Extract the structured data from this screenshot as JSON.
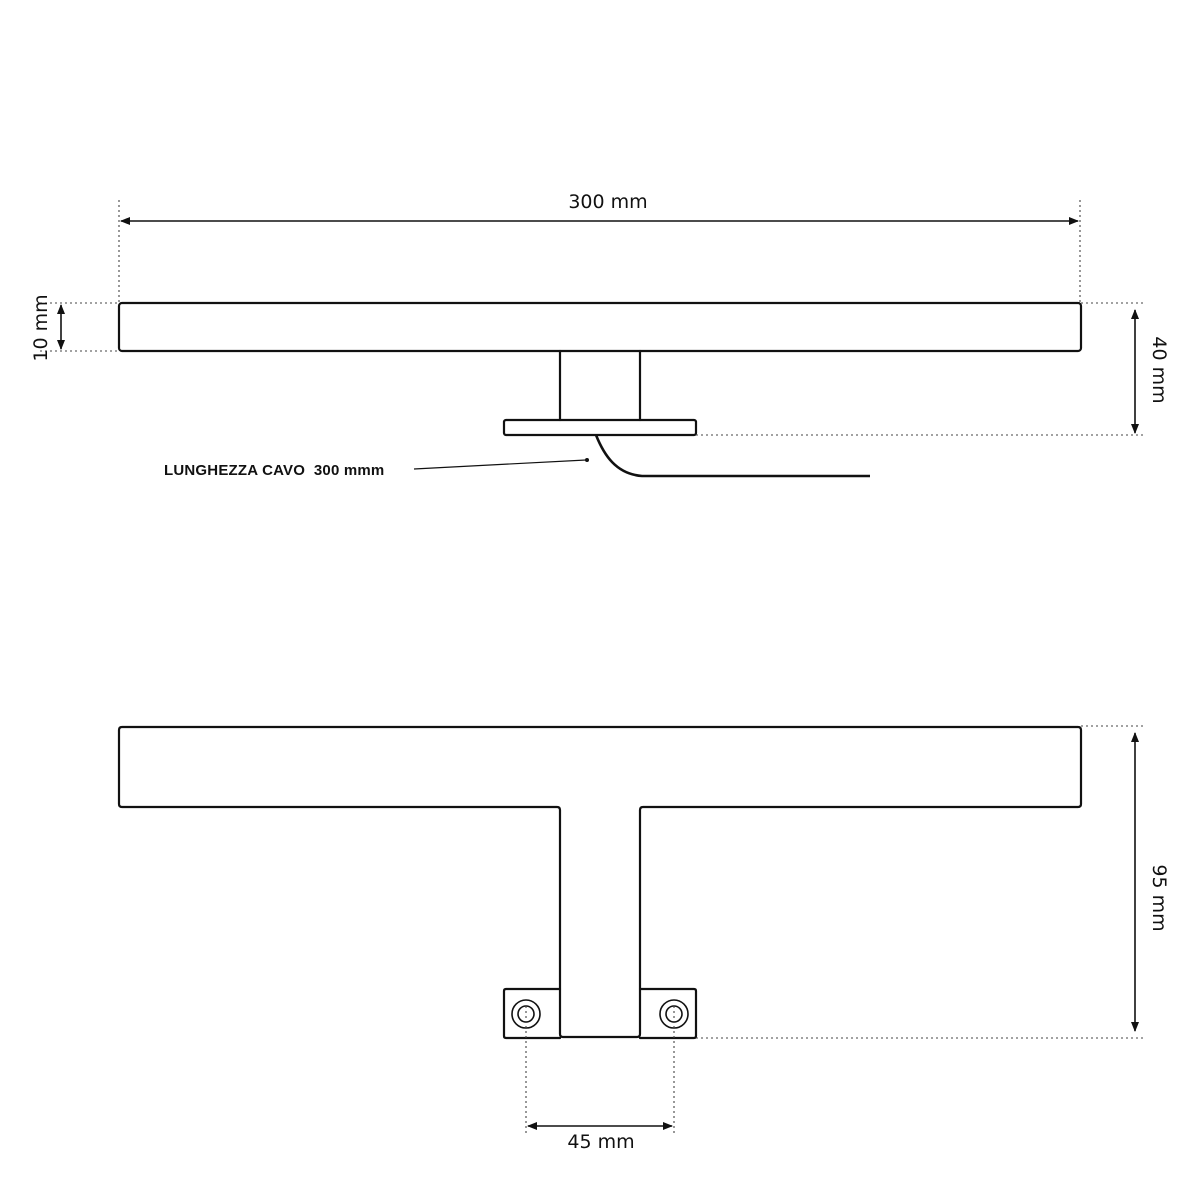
{
  "top_view": {
    "length_label": "300 mm",
    "thickness_label": "10 mm",
    "height_label": "40 mm",
    "cable_note": "LUNGHEZZA CAVO  300 mmm"
  },
  "front_view": {
    "height_label": "95 mm",
    "hole_spacing_label": "45 mm"
  }
}
